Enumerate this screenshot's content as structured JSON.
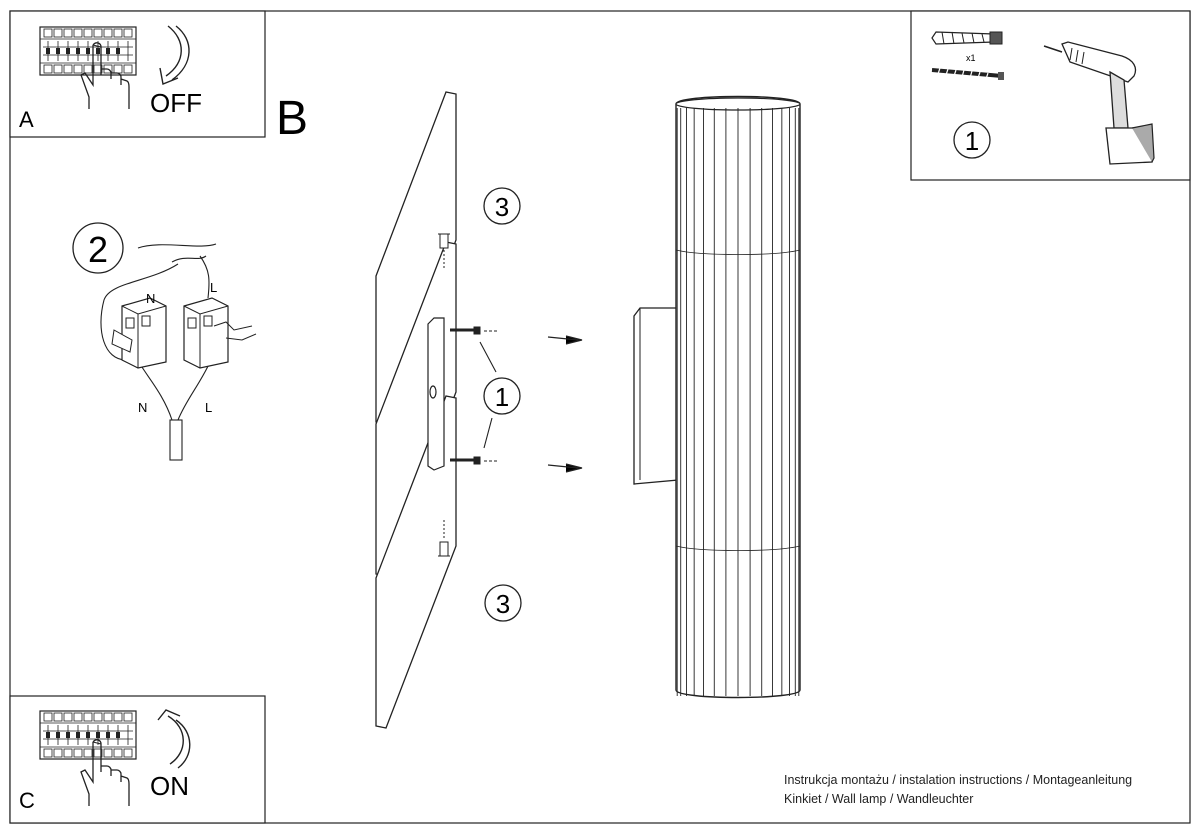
{
  "panels": {
    "a": {
      "letter": "A",
      "action": "OFF"
    },
    "c": {
      "letter": "C",
      "action": "ON"
    },
    "b": {
      "letter": "B"
    },
    "tools": {
      "step": "1",
      "quantity": "x1"
    }
  },
  "wiring": {
    "step": "2",
    "terminal_top_left": "N",
    "terminal_top_right": "L",
    "cable_left": "N",
    "cable_right": "L"
  },
  "mounting": {
    "step_top": "3",
    "step_bottom": "3",
    "step_screws": "1"
  },
  "footer": {
    "line1": "Instrukcja montażu / instalation instructions / Montageanleitung",
    "line2": "Kinkiet / Wall lamp / Wandleuchter"
  },
  "icons": [
    "breaker-panel-icon",
    "hand-icon",
    "curved-arrow-icon",
    "drill-icon",
    "wall-plug-icon",
    "screw-icon",
    "connector-block-icon",
    "fluted-lamp-icon"
  ]
}
